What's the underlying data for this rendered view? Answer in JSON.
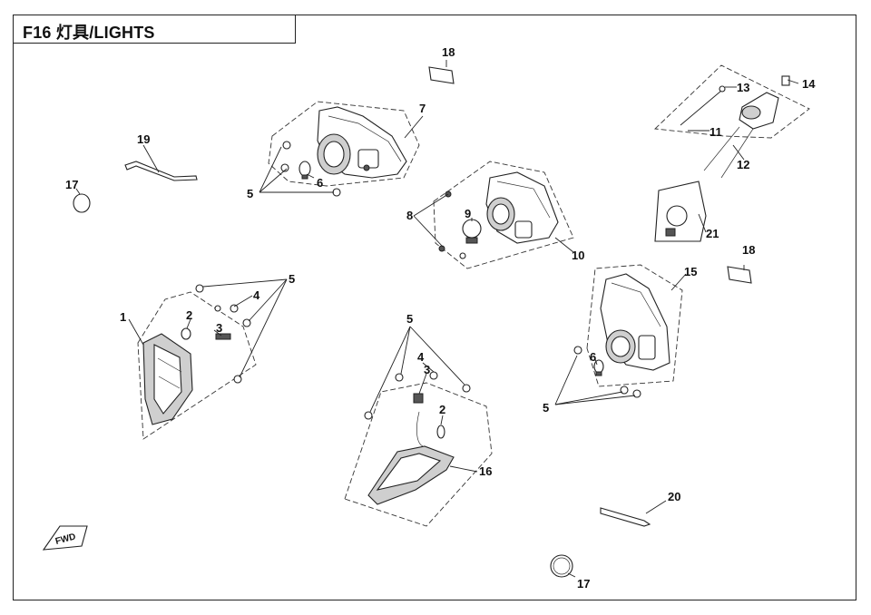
{
  "title": "F16  灯具/LIGHTS",
  "callouts": {
    "c1": "1",
    "c2a": "2",
    "c2b": "2",
    "c3a": "3",
    "c3b": "3",
    "c4a": "4",
    "c4b": "4",
    "c5a": "5",
    "c5b": "5",
    "c5c": "5",
    "c5d": "5",
    "c6a": "6",
    "c6b": "6",
    "c7": "7",
    "c8": "8",
    "c9": "9",
    "c10": "10",
    "c11": "11",
    "c12": "12",
    "c13": "13",
    "c14": "14",
    "c15": "15",
    "c16": "16",
    "c17a": "17",
    "c17b": "17",
    "c18a": "18",
    "c18b": "18",
    "c19": "19",
    "c20": "20",
    "c21": "21"
  },
  "fwd_mark": "FWD"
}
